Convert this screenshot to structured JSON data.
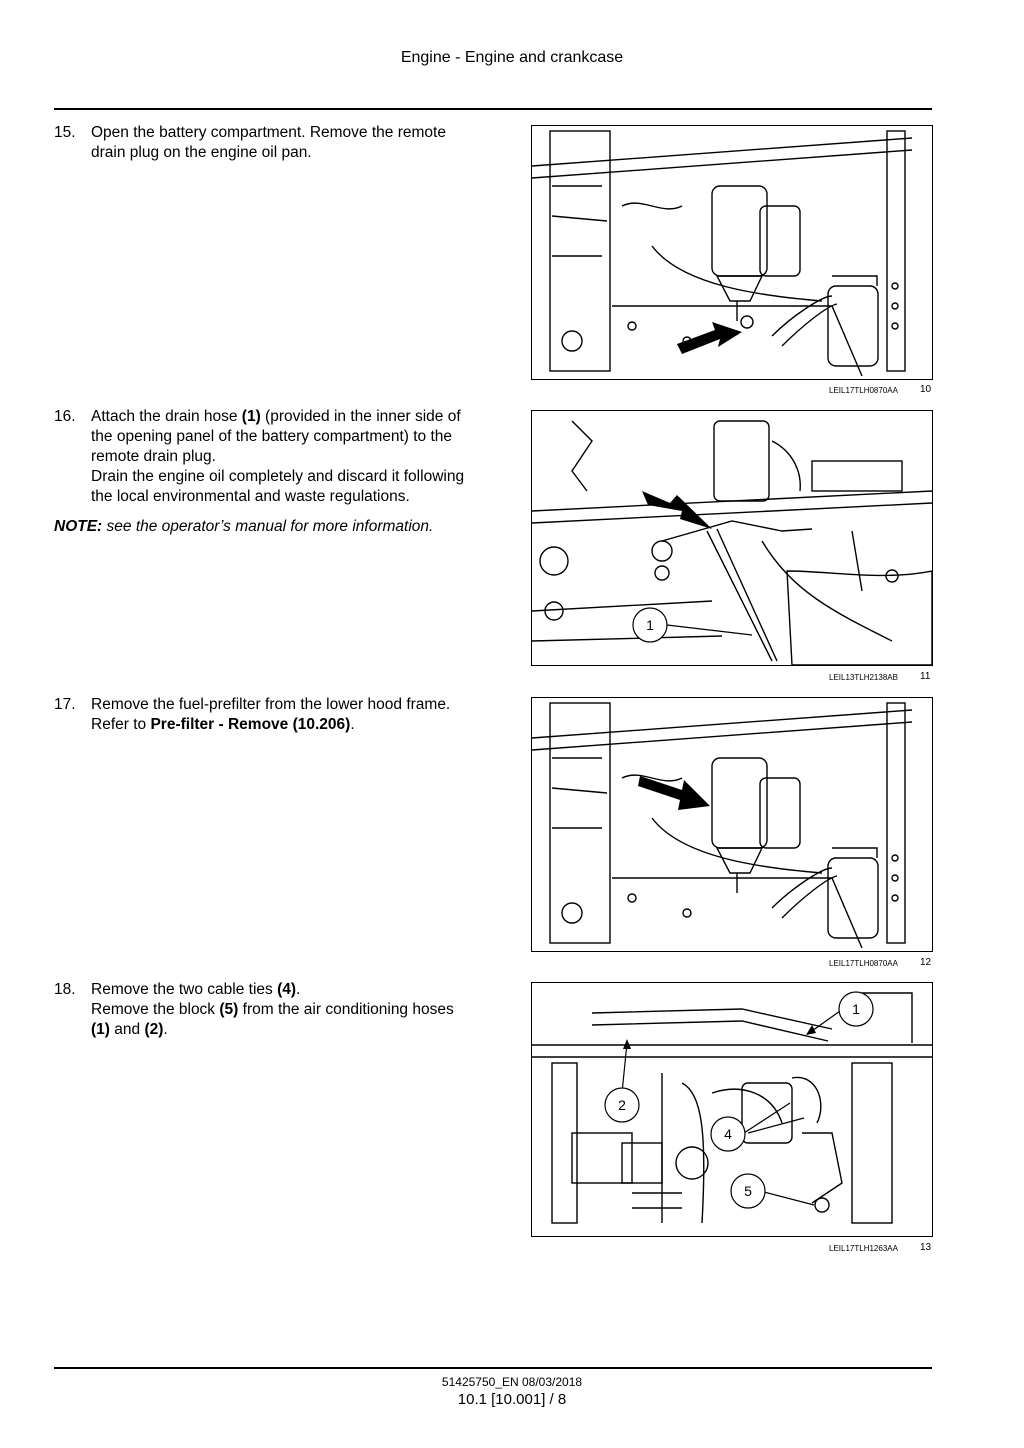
{
  "header": {
    "title": "Engine - Engine and crankcase"
  },
  "steps": [
    {
      "num": "15.",
      "lines": [
        "Open the battery compartment.  Remove the remote",
        "drain plug on the engine oil pan."
      ]
    },
    {
      "num": "16.",
      "l1a": "Attach the drain hose ",
      "l1b": "(1)",
      "l1c": " (provided in the inner side of",
      "l2": "the opening panel of the battery compartment) to the",
      "l3": "remote drain plug.",
      "l4": "Drain the engine oil completely and discard it following",
      "l5": "the local environmental and waste regulations."
    },
    {
      "num": "17.",
      "l1": "Remove the fuel-prefilter from the lower hood frame.",
      "l2a": "Refer to ",
      "l2b": "Pre-filter - Remove (10.206)",
      "l2c": "."
    },
    {
      "num": "18.",
      "l1a": "Remove the two cable ties ",
      "l1b": "(4)",
      "l1c": ".",
      "l2a": "Remove the block ",
      "l2b": "(5)",
      "l2c": " from the air conditioning hoses",
      "l3a": "(1)",
      "l3b": " and ",
      "l3c": "(2)",
      "l3d": "."
    }
  ],
  "note": {
    "label": "NOTE:",
    "text": " see the operator’s manual for more information."
  },
  "figures": [
    {
      "code": "LEIL17TLH0870AA",
      "num": "10",
      "callouts": []
    },
    {
      "code": "LEIL13TLH2138AB",
      "num": "11",
      "callouts": [
        "1"
      ]
    },
    {
      "code": "LEIL17TLH0870AA",
      "num": "12",
      "callouts": []
    },
    {
      "code": "LEIL17TLH1263AA",
      "num": "13",
      "callouts": [
        "1",
        "2",
        "4",
        "5"
      ]
    }
  ],
  "footer": {
    "doc_id": "51425750_EN 08/03/2018",
    "page": "10.1 [10.001] / 8"
  }
}
